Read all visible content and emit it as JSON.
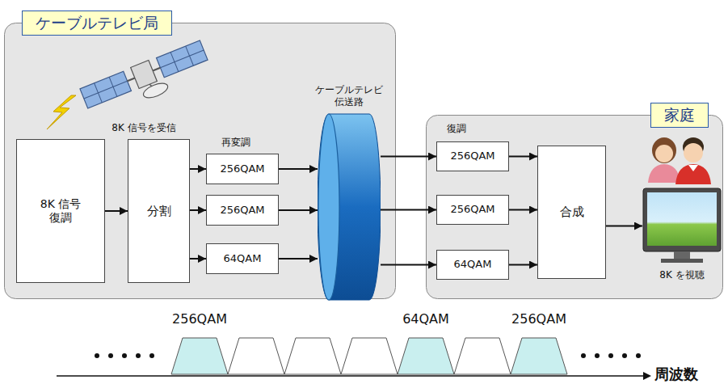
{
  "diagram": {
    "nodes": [
      {
        "text": [
          "ケーブルテレビ局"
        ]
      },
      {
        "text": [
          "8K 信号 復調"
        ],
        "in": 0
      },
      {
        "text": [
          "分割"
        ],
        "in": 0
      },
      {
        "text": [
          "256QAM"
        ],
        "in": 0
      },
      {
        "text": [
          "256QAM"
        ],
        "in": 0
      },
      {
        "text": [
          "64QAM"
        ],
        "in": 0
      },
      {
        "text": [
          "ケーブルテレビ 伝送路"
        ]
      },
      {
        "text": [
          "家庭"
        ]
      },
      {
        "text": [
          "256QAM"
        ],
        "in": 7
      },
      {
        "text": [
          "256QAM"
        ],
        "in": 7
      },
      {
        "text": [
          "64QAM"
        ],
        "in": 7
      },
      {
        "text": [
          "合成"
        ],
        "in": 7
      },
      {
        "text": [
          "8K を視聴"
        ],
        "in": 7
      }
    ],
    "edges": [
      {
        "from": 1,
        "to": 2,
        "arrow": "to"
      },
      {
        "from": 2,
        "to": 3,
        "arrow": "to"
      },
      {
        "from": 2,
        "to": 4,
        "arrow": "to"
      },
      {
        "from": 2,
        "to": 5,
        "arrow": "to"
      },
      {
        "from": 3,
        "to": 6,
        "arrow": "to"
      },
      {
        "from": 4,
        "to": 6,
        "arrow": "to"
      },
      {
        "from": 5,
        "to": 6,
        "arrow": "to"
      },
      {
        "from": 6,
        "to": 8,
        "arrow": "to"
      },
      {
        "from": 6,
        "to": 9,
        "arrow": "to"
      },
      {
        "from": 6,
        "to": 10,
        "arrow": "to"
      },
      {
        "from": 8,
        "to": 11,
        "arrow": "to"
      },
      {
        "from": 9,
        "to": 11,
        "arrow": "to"
      },
      {
        "from": 10,
        "to": 11,
        "arrow": "to"
      },
      {
        "from": 11,
        "to": 12,
        "arrow": "to"
      }
    ],
    "labels": [
      "8K 信号を受信",
      "再変調",
      "復調",
      "256QAM",
      "64QAM",
      "256QAM",
      "周波数"
    ]
  }
}
